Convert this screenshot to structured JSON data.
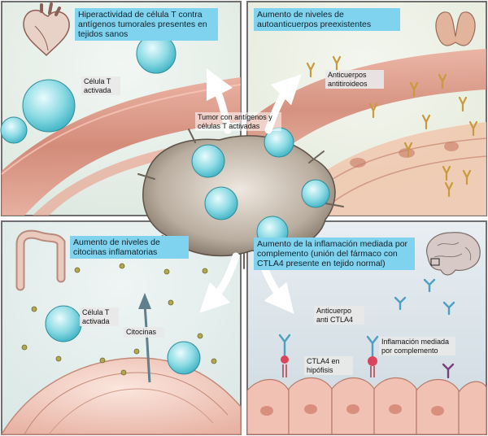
{
  "panels": {
    "top_left": {
      "caption": "Hiperactividad de célula T contra antígenos tumorales presentes en tejidos sanos",
      "labels": {
        "t_cell": "Célula T activada"
      }
    },
    "top_right": {
      "caption": "Aumento de niveles de autoanticuerpos preexistentes",
      "labels": {
        "antibodies": "Anticuerpos antitiroideos"
      }
    },
    "bottom_left": {
      "caption": "Aumento de niveles de citocinas inflamatorias",
      "labels": {
        "t_cell": "Célula T activada",
        "cytokines": "Citocinas"
      }
    },
    "bottom_right": {
      "caption": "Aumento de la inflamación mediada por complemento (unión del fármaco con CTLA4 presente en tejido normal)",
      "labels": {
        "anti_ctla4": "Anticuerpo anti CTLA4",
        "complement": "Inflamación mediada por complemento",
        "ctla4": "CTLA4 en hipófisis"
      }
    }
  },
  "center": {
    "label": "Tumor con antígenos y células T activadas"
  },
  "colors": {
    "caption_bg": "#7fd3ee",
    "panel_border": "#6f6f6f",
    "tcell": "#5ec9d6",
    "antibody": "#c99a3c",
    "vessel": "#d98a78"
  }
}
